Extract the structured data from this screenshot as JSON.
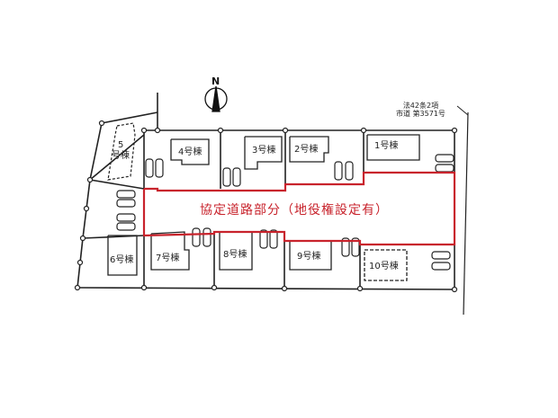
{
  "diagram": {
    "type": "site-plan",
    "north_label": "N",
    "road": {
      "label": "協定道路部分（地役権設定有）",
      "outline_color": "#c8232c"
    },
    "law_note": {
      "line1": "法42条2項",
      "line2": "市道 第3571号"
    },
    "lots": [
      {
        "id": "1",
        "label": "1号棟"
      },
      {
        "id": "2",
        "label": "2号棟"
      },
      {
        "id": "3",
        "label": "3号棟"
      },
      {
        "id": "4",
        "label": "4号棟"
      },
      {
        "id": "5",
        "label_line1": "5",
        "label_line2": "号棟"
      },
      {
        "id": "6",
        "label": "6号棟"
      },
      {
        "id": "7",
        "label": "7号棟"
      },
      {
        "id": "8",
        "label": "8号棟"
      },
      {
        "id": "9",
        "label": "9号棟"
      },
      {
        "id": "10",
        "label": "10号棟"
      }
    ],
    "colors": {
      "lines": "#222222",
      "road_outline": "#c8232c",
      "background": "#ffffff"
    }
  }
}
